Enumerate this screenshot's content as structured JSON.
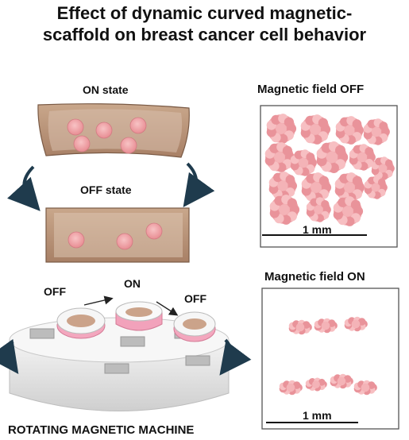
{
  "title_line1": "Effect of dynamic curved magnetic-",
  "title_line2": "scaffold on breast cancer cell behavior",
  "left": {
    "on_state": "ON state",
    "off_state": "OFF state",
    "sequence": [
      "OFF",
      "ON",
      "OFF"
    ],
    "machine_label": "ROTATING MAGNETIC MACHINE"
  },
  "panels": [
    {
      "title": "Magnetic field OFF",
      "scale_bar": "1 mm"
    },
    {
      "title": "Magnetic field ON",
      "scale_bar": "1 mm"
    }
  ],
  "colors": {
    "scaffold": "#b8957a",
    "spheroid": "#ee9ea3",
    "arrow": "#1f3b4d",
    "dish_rim": "#e98aa7"
  }
}
